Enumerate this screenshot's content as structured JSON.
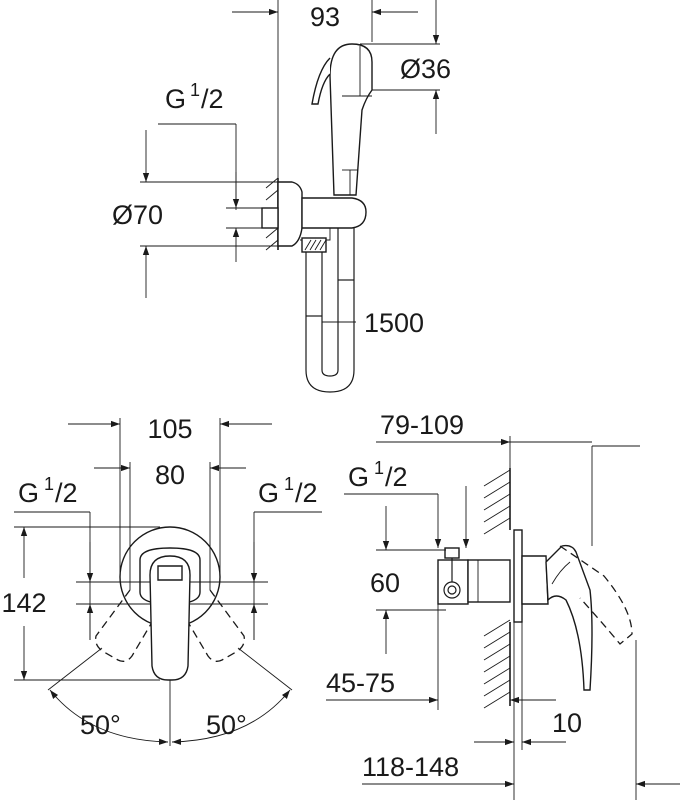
{
  "top_view": {
    "dim_width": "93",
    "dim_head_dia": "Ø36",
    "dim_thread_base": "G",
    "dim_thread_num": "1",
    "dim_thread_den": "/2",
    "dim_elbow_dia": "Ø70",
    "dim_hose_length": "1500"
  },
  "front_view": {
    "dim_outer_width": "105",
    "dim_inner_width": "80",
    "dim_thread_left_base": "G",
    "dim_thread_left_num": "1",
    "dim_thread_left_den": "/2",
    "dim_thread_right_base": "G",
    "dim_thread_right_num": "1",
    "dim_thread_right_den": "/2",
    "dim_height": "142",
    "angle_left": "50°",
    "angle_right": "50°"
  },
  "side_view": {
    "dim_install_depth": "79-109",
    "dim_thread_base": "G",
    "dim_thread_num": "1",
    "dim_thread_den": "/2",
    "dim_height": "60",
    "dim_offset": "45-75",
    "dim_plate": "10",
    "dim_total_depth": "118-148"
  }
}
